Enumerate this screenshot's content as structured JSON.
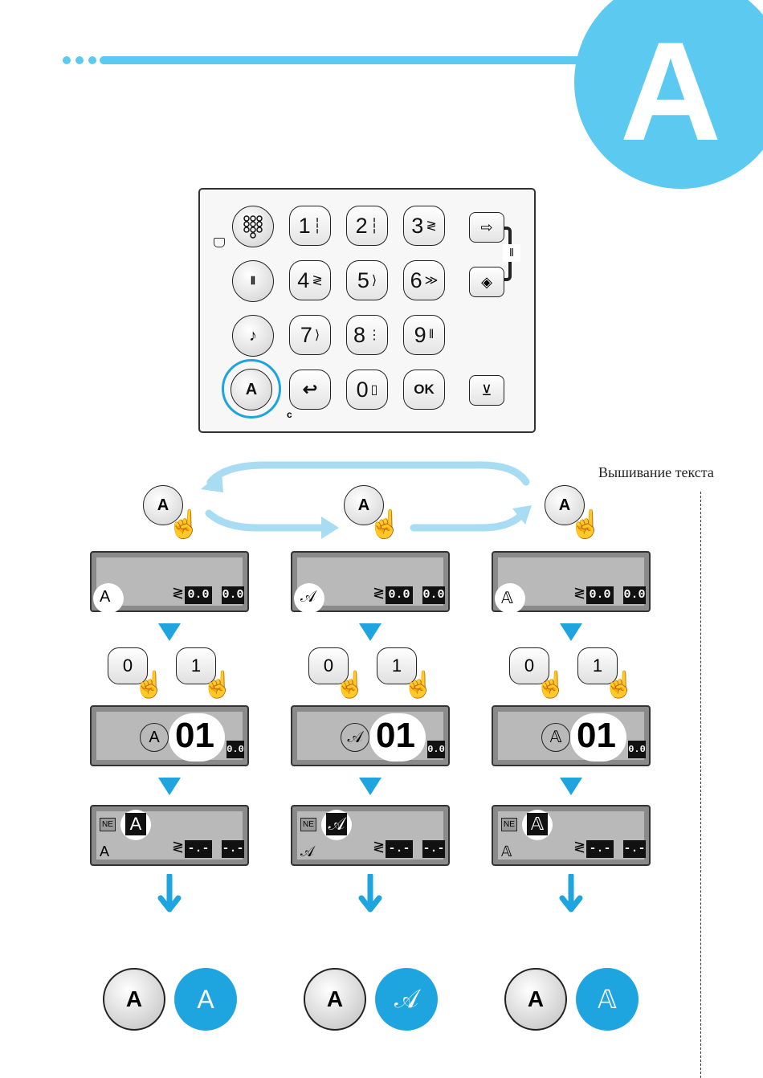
{
  "corner_letter": "A",
  "section_title": "Вышивание текста",
  "panel": {
    "row1": [
      "1",
      "2",
      "3"
    ],
    "row2": [
      "4",
      "5",
      "6"
    ],
    "row3": [
      "7",
      "8",
      "9"
    ],
    "alpha_key": "A",
    "ok_key": "OK",
    "zero_key": "0",
    "c_label": "c"
  },
  "columns": [
    {
      "key_label": "A",
      "screen1_font": "A",
      "seg_left": "0.0",
      "seg_right": "0.0",
      "code_font": "A",
      "code": "01",
      "code_tail": "0.0",
      "mode_font": "A",
      "blank_left": "-.-",
      "blank_right": "-.-",
      "result_key": "A",
      "result_font": "A"
    },
    {
      "key_label": "A",
      "screen1_font": "𝒜",
      "seg_left": "0.0",
      "seg_right": "0.0",
      "code_font": "𝒜",
      "code": "01",
      "code_tail": "0.0",
      "mode_font": "𝒜",
      "blank_left": "-.-",
      "blank_right": "-.-",
      "result_key": "A",
      "result_font": "𝒜"
    },
    {
      "key_label": "A",
      "screen1_font": "𝔸",
      "seg_left": "0.0",
      "seg_right": "0.0",
      "code_font": "𝔸",
      "code": "01",
      "code_tail": "0.0",
      "mode_font": "𝔸",
      "blank_left": "-.-",
      "blank_right": "-.-",
      "result_key": "A",
      "result_font": "𝔸"
    }
  ],
  "digit_keys": [
    "0",
    "1"
  ],
  "lcd_tag": "NE",
  "colors": {
    "accent": "#5ccaf0",
    "blue": "#1ea5df"
  }
}
